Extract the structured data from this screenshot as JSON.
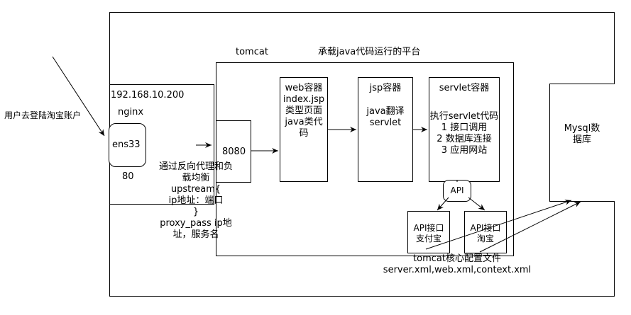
{
  "user_label": "用户去登陆淘宝账户",
  "tomcat": {
    "title": "tomcat",
    "platform": "承载java代码运行的平台"
  },
  "nginx": {
    "ip": "192.168.10.200",
    "name": "nginx",
    "interface": "ens33",
    "port": "80"
  },
  "proxy_note": "通过反向代理和负\n载均衡\nupstream{\nip地址：端口\n}\nproxy_pass ip地\n址，服务名",
  "port_8080": "8080",
  "web_container": "web容器\nindex.jsp\n类型页面\njava类代\n码",
  "jsp_container": {
    "title": "jsp容器",
    "body": "java翻译\nservlet"
  },
  "servlet_container": {
    "title": "servlet容器",
    "body": "执行servlet代码\n1 接口调用\n2 数据库连接\n3 应用网站"
  },
  "api": "API",
  "api_alipay": "API接口\n支付宝",
  "api_taobao": "API接口\n淘宝",
  "mysql": "Mysql数\n据库",
  "config_note": "tomcat核心配置文件\nserver.xml,web.xml,context.xml",
  "colors": {
    "stroke": "#000000",
    "background": "#ffffff"
  }
}
